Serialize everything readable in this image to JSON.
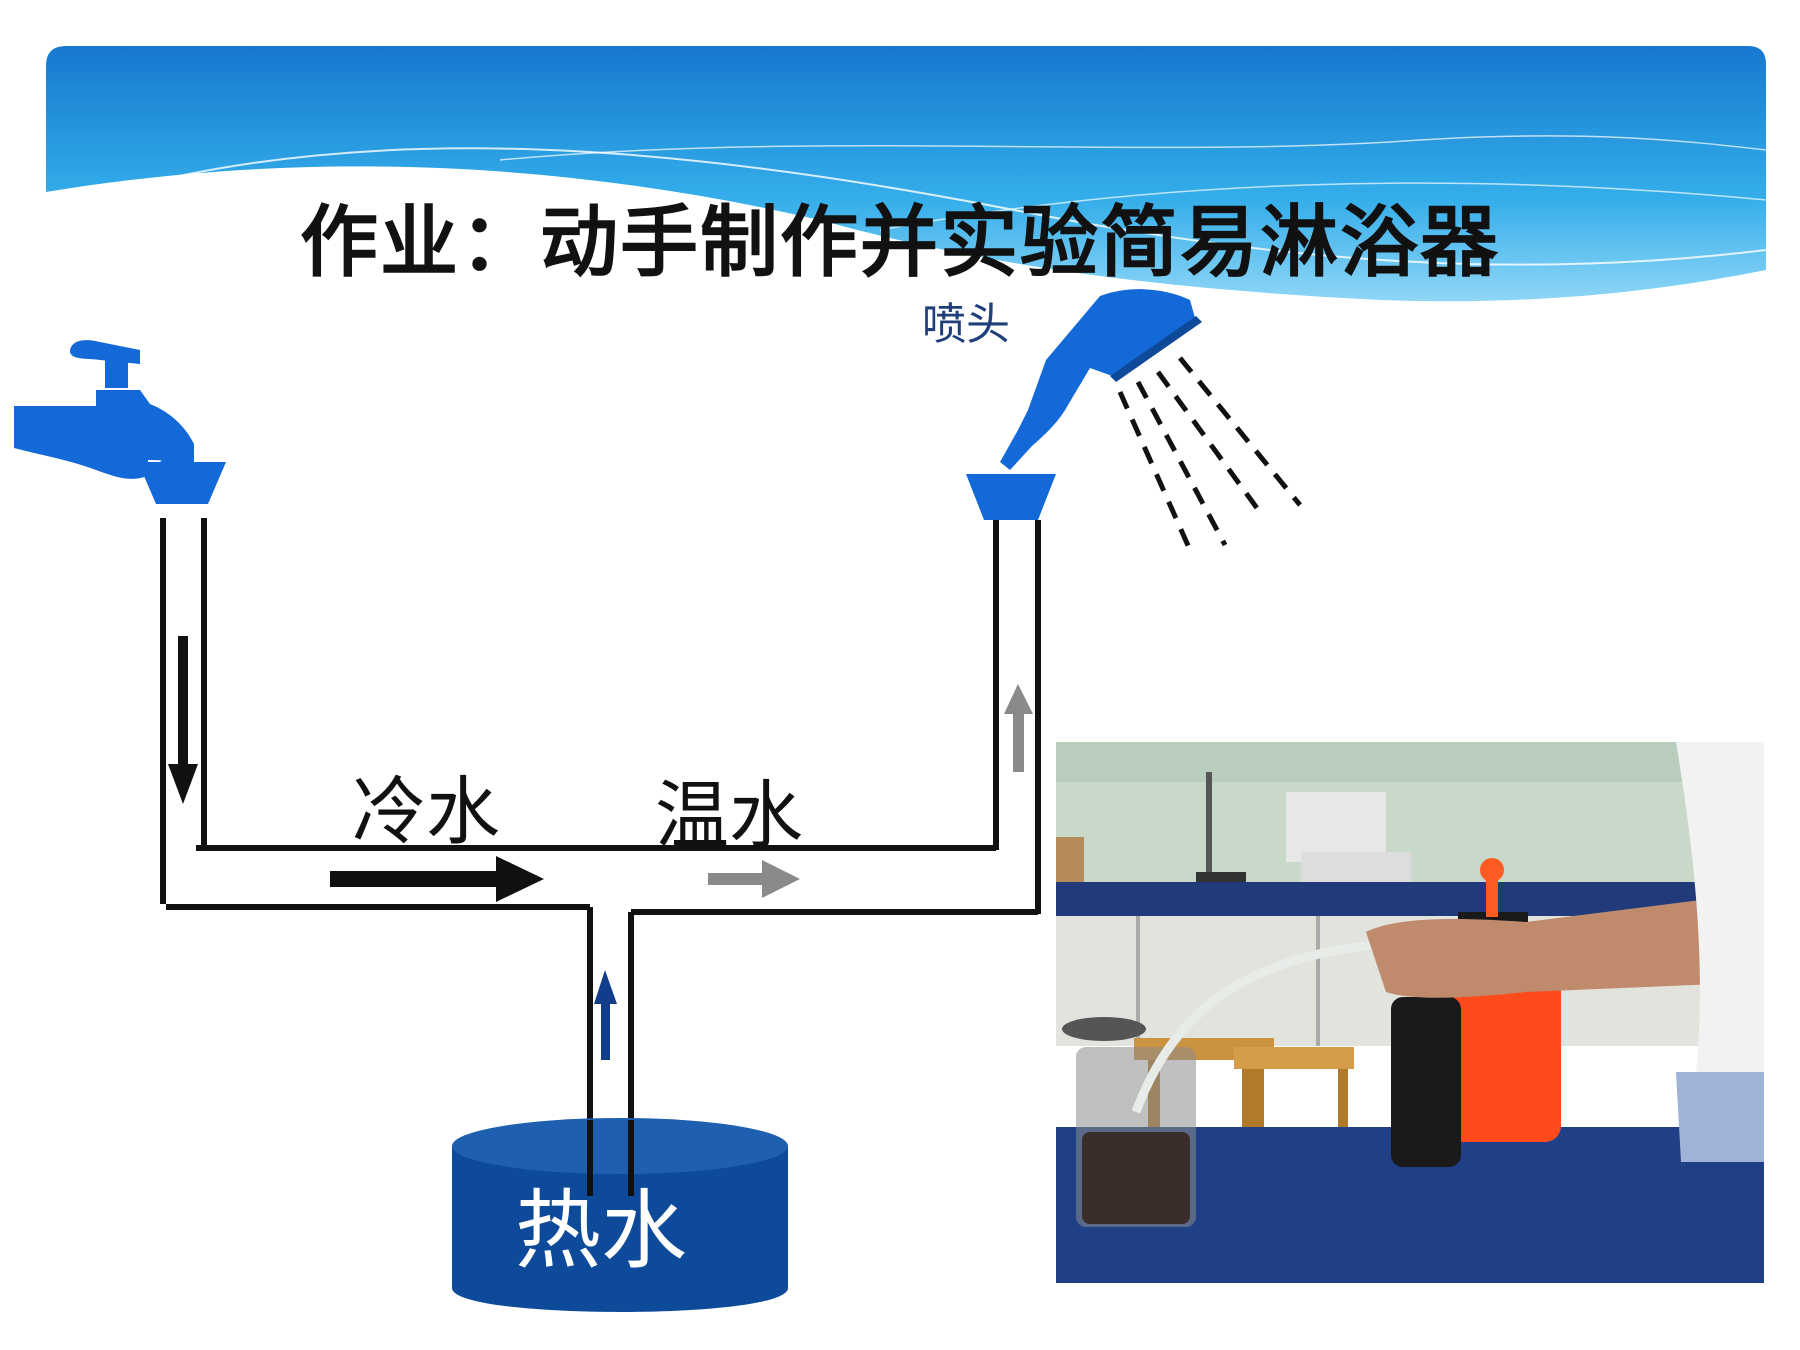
{
  "slide": {
    "title": "作业：动手制作并实验简易淋浴器"
  },
  "diagram": {
    "shower_head_label": "喷头",
    "cold_water_label": "冷水",
    "warm_water_label": "温水",
    "hot_water_label": "热水"
  },
  "colors": {
    "fixture_blue": "#1469d8",
    "tank_blue": "#0e4a9a",
    "header_blue": "#2fa6e6",
    "cold_arrow": "#111111",
    "warm_arrow": "#8a8a8a",
    "hot_arrow": "#123d8a"
  }
}
